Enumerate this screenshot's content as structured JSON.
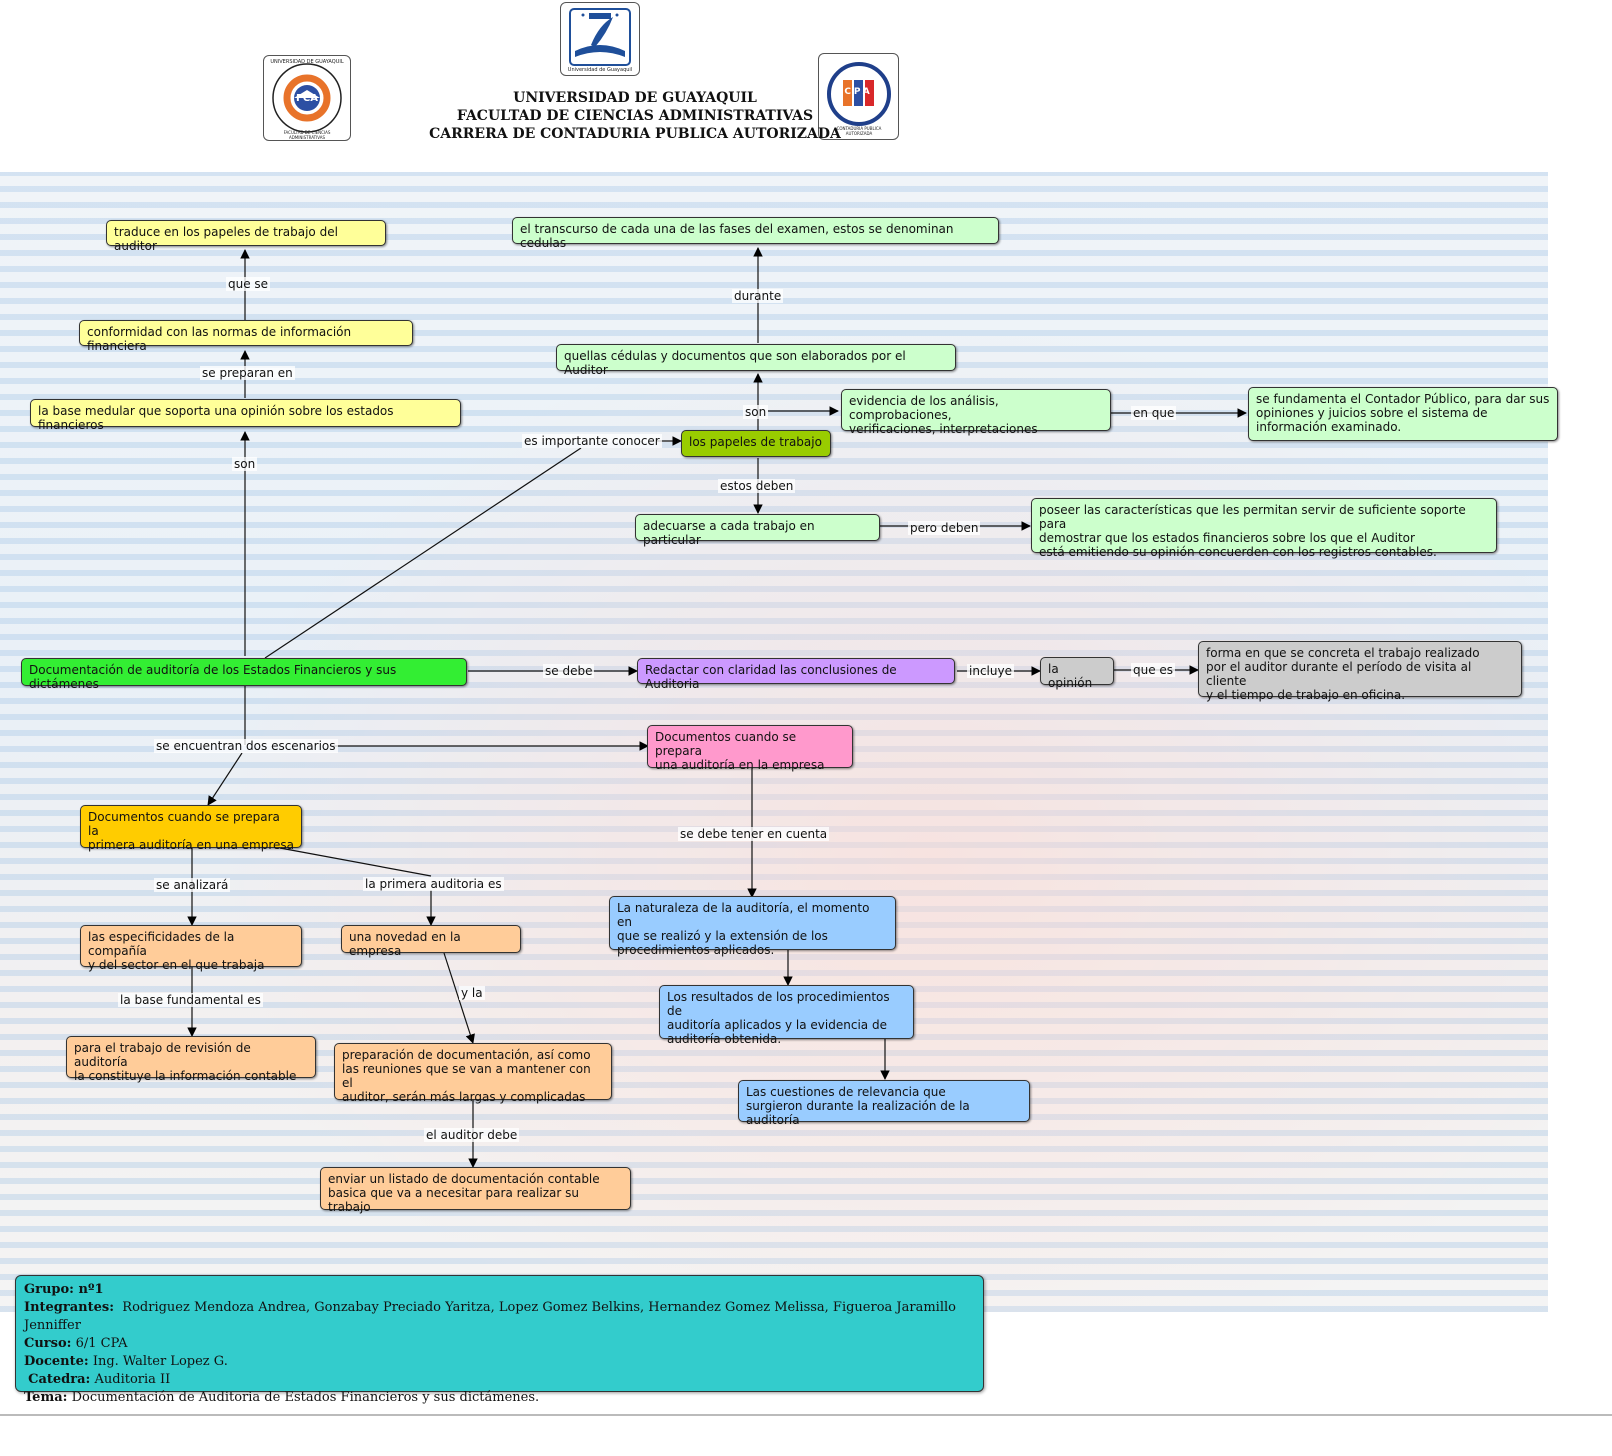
{
  "header": {
    "line1": "UNIVERSIDAD DE GUAYAQUIL",
    "line2": "FACULTAD DE CIENCIAS ADMINISTRATIVAS",
    "line3": "CARRERA DE CONTADURIA PUBLICA AUTORIZADA",
    "logo_left": {
      "ring_text": "UNIVERSIDAD DE GUAYAQUIL",
      "center_text": "FCA",
      "bottom_text": "FACULTAD DE CIENCIAS ADMINISTRATIVAS"
    },
    "logo_center": {
      "caption": "Universidad de Guayaquil"
    },
    "logo_right": {
      "center_text": "CPA",
      "caption": "CONTADURIA PUBLICA AUTORIZADA"
    }
  },
  "nodes": {
    "traduce": "traduce en los papeles de trabajo del auditor",
    "conformidad": "conformidad con las normas de información financiera",
    "base_medular": "la base medular que soporta una opinión sobre los estados financieros",
    "transcurso": "el transcurso de cada una de las fases del examen, estos se denominan cedulas",
    "quellas": "quellas cédulas y documentos que son elaborados por el Auditor",
    "evidencia": "evidencia de los análisis, comprobaciones,\nverificaciones, interpretaciones",
    "fundamenta": "se fundamenta el Contador Público, para dar sus\nopiniones y juicios sobre el sistema de\ninformación examinado.",
    "papeles": "los papeles de trabajo",
    "adecuarse": "adecuarse a cada trabajo en particular",
    "poseer": "poseer las características que les permitan servir de suficiente soporte para\ndemostrar que los estados financieros sobre los que el Auditor\nestá emitiendo su opinión concuerden con los registros contables.",
    "documentacion": "Documentación de auditoría de los Estados Financieros y sus dictámenes",
    "redactar": "Redactar con claridad las conclusiones de Auditoria",
    "opinion": "la opinión",
    "forma": "forma en que se concreta el trabajo realizado\npor el auditor durante el período de visita al cliente\ny el tiempo de trabajo en oficina.",
    "docs_empresa": "Documentos cuando se prepara\nuna auditoría en la empresa",
    "docs_primera": "Documentos cuando se prepara la\nprimera auditoría en una empresa",
    "especificidades": "las especificidades de la compañía\ny del sector en el que trabaja",
    "novedad": "una novedad en la empresa",
    "naturaleza": "La naturaleza de la auditoría, el momento en\nque se realizó y la extensión de los\nprocedimientos aplicados.",
    "resultados": "Los resultados de los procedimientos de\nauditoría aplicados y la evidencia de\nauditoría obtenida.",
    "revision": "para el trabajo de revisión de auditoría\nla constituye la información contable",
    "preparacion": "preparación de documentación, así como\nlas reuniones que se van a mantener con el\nauditor, serán más largas y complicadas",
    "cuestiones": "Las cuestiones de relevancia que\nsurgieron durante la realización de la auditoría",
    "listado": "enviar un listado de documentación contable\n basica que va a necesitar para realizar su trabajo"
  },
  "links": {
    "que_se": "que se",
    "se_preparan_en": "se preparan en",
    "son_left": "son",
    "durante": "durante",
    "son_mid": "son",
    "en_que": "en que",
    "es_importante": "es importante conocer",
    "estos_deben": "estos deben",
    "pero_deben": "pero deben",
    "se_debe": "se debe",
    "incluye": "incluye",
    "que_es": "que es",
    "se_encuentran": "se encuentran dos escenarios",
    "se_debe_tener": "se debe tener en cuenta",
    "se_analizara": "se analizará",
    "primera_es": "la primera auditoria es",
    "base_fundamental": "la base fundamental es",
    "y_la": "y la",
    "el_auditor_debe": "el auditor debe"
  },
  "footer": {
    "grupo_label": "Grupo: nº1",
    "integrantes_label": "Integrantes:",
    "integrantes": "Rodriguez Mendoza Andrea, Gonzabay Preciado Yaritza, Lopez Gomez Belkins, Hernandez Gomez Melissa, Figueroa Jaramillo Jenniffer",
    "curso_label": "Curso:",
    "curso": "6/1 CPA",
    "docente_label": "Docente:",
    "docente": "Ing. Walter Lopez G.",
    "catedra_label": "Catedra:",
    "catedra": "Auditoria II",
    "tema_label": "Tema:",
    "tema": "Documentación de Auditoria de Estados Financieros y sus dictámenes."
  }
}
